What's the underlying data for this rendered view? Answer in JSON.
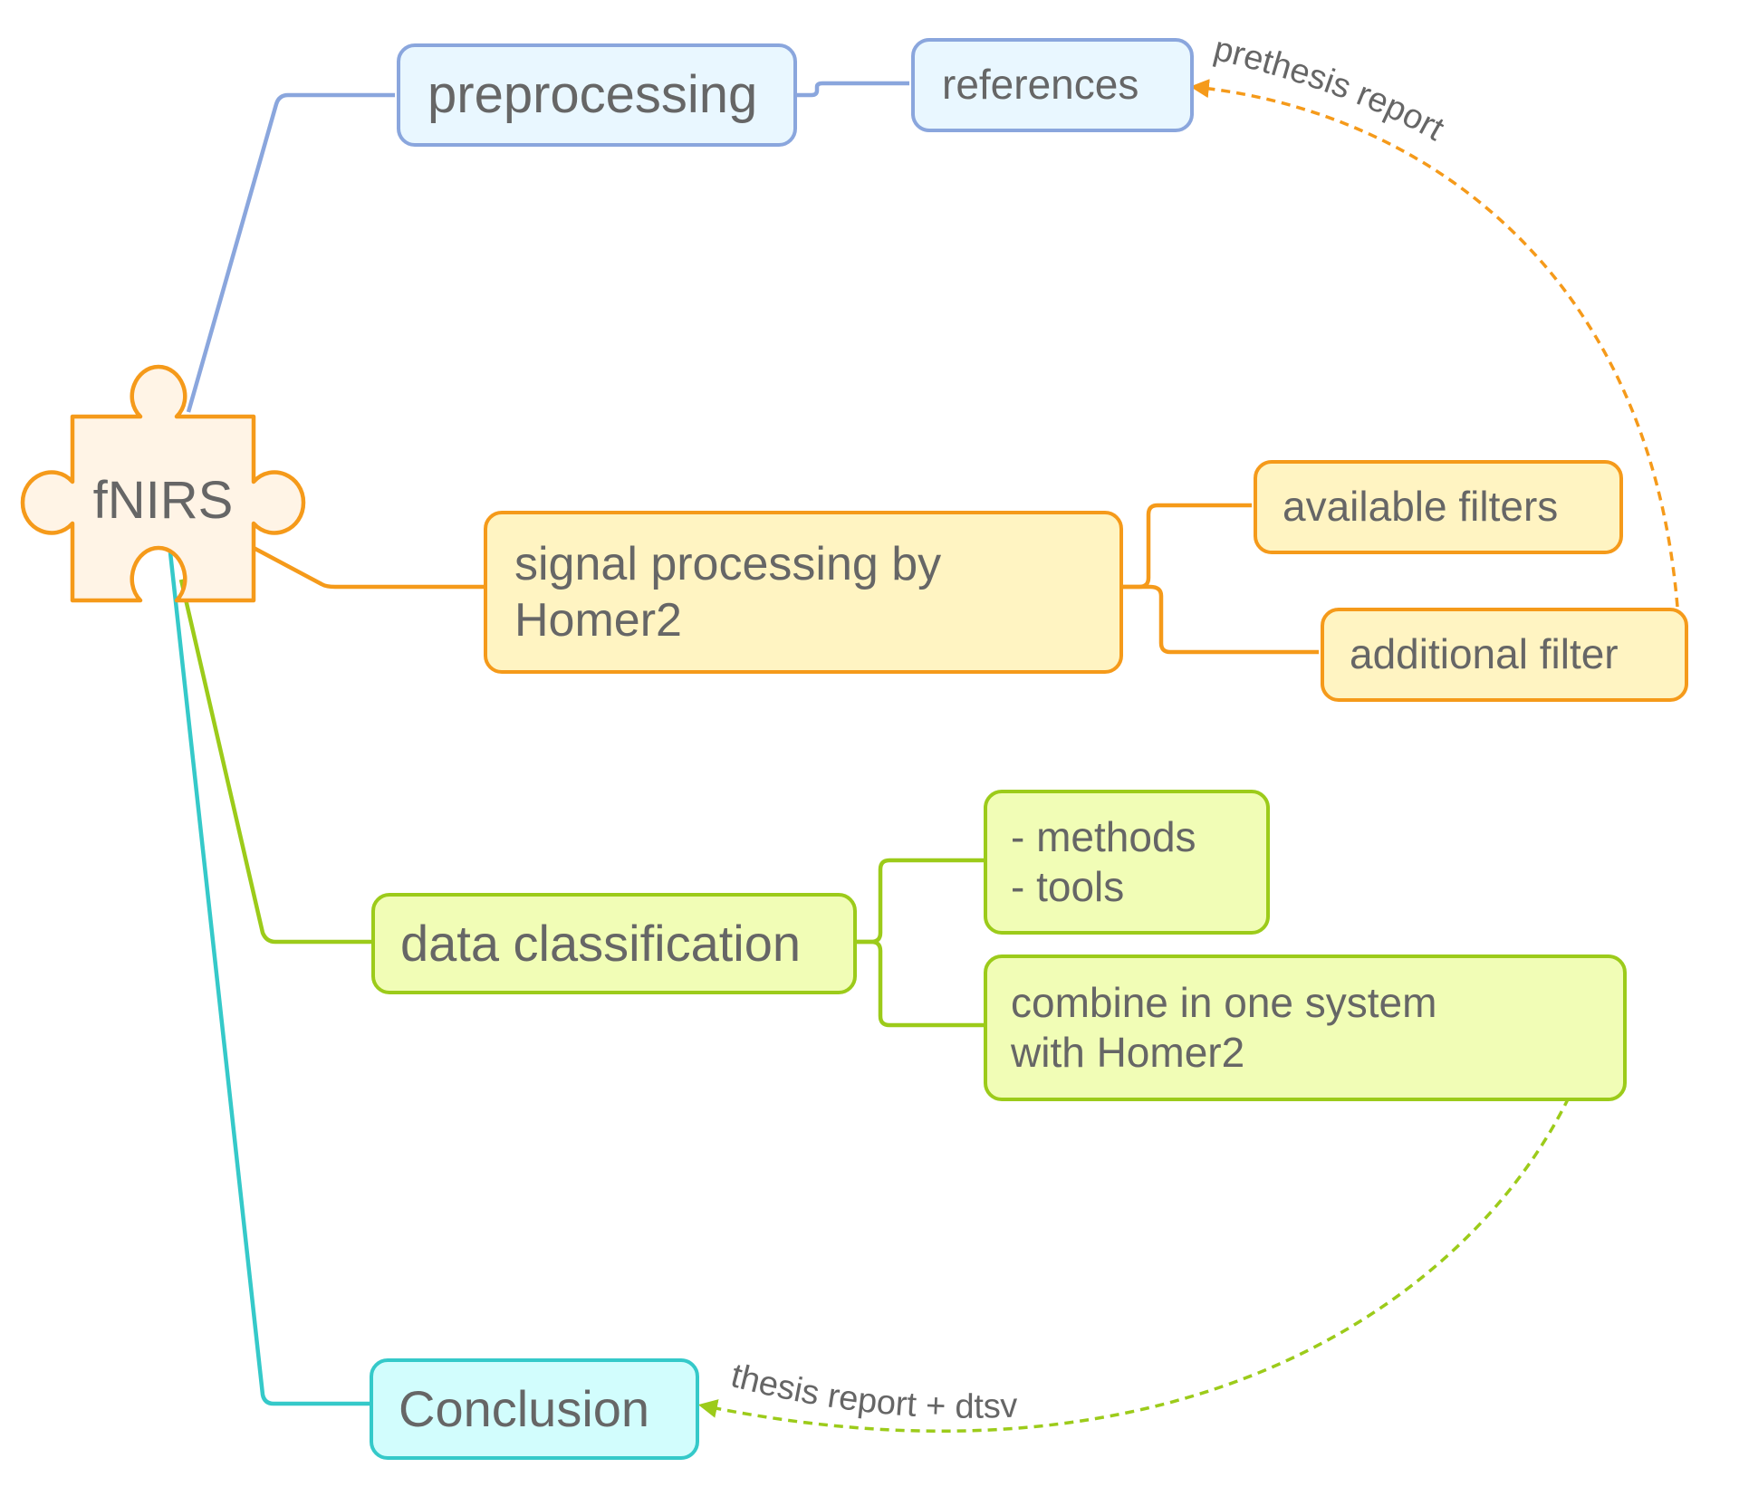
{
  "root": {
    "label": "fNIRS"
  },
  "branches": {
    "preprocessing": {
      "label": "preprocessing"
    },
    "references": {
      "label": "references"
    },
    "signal": {
      "label": "signal processing by\nHomer2"
    },
    "available_filters": {
      "label": "available filters"
    },
    "additional_filter": {
      "label": "additional filter"
    },
    "classification": {
      "label": "data classification"
    },
    "methods_tools": {
      "label": "- methods\n- tools"
    },
    "combine": {
      "label": "combine in one system\nwith Homer2"
    },
    "conclusion": {
      "label": "Conclusion"
    }
  },
  "relations": {
    "prethesis": {
      "label": "prethesis report"
    },
    "thesis": {
      "label": "thesis report + dtsv"
    }
  },
  "colors": {
    "blue": "#8aa6dd",
    "orange": "#f59a1a",
    "green": "#9ccb1a",
    "cyan": "#35c9c9",
    "text": "#666666"
  }
}
